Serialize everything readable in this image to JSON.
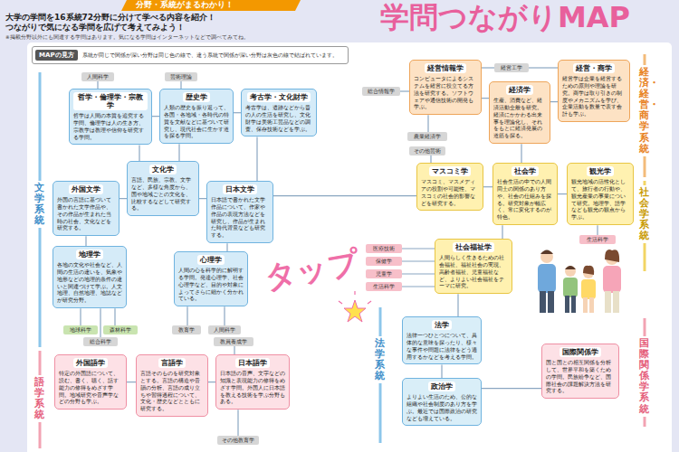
{
  "diagram": {
    "title": "学問つながりMAP",
    "nodes": [
      {
        "text": [
          "MAPの見方",
          "系統が同じで関係が深い分野は同じ色の線で、違う系統で関係が深い分野は灰色の線で結ばれています。"
        ]
      },
      {
        "text": [
          "人間科学"
        ]
      },
      {
        "text": [
          "芸術理論"
        ]
      },
      {
        "text": [
          "哲学・倫理学・宗教学",
          "哲学は人間の本質を追究する学問、倫理学は人の生き方、宗教学は教理や信仰を研究する学問。"
        ]
      },
      {
        "text": [
          "歴史学",
          "人類の歴史を振り返って、各国・各地域・各時代の特質を文献などに基づいて研究し、現代社会に生かす道を探る学問。"
        ]
      },
      {
        "text": [
          "考古学・文化財学",
          "考古学は、遺跡などから昔の人の生活を研究し、文化財学は美術工芸品などの調査、保存技術などを学ぶ。"
        ]
      },
      {
        "text": [
          "文化学",
          "言語、民族、宗教、文学など、多様な角度から、国や地域ごとの文化を、比較するなどして研究する。"
        ]
      },
      {
        "text": [
          "外国文学",
          "外国の言語に基づいて書かれた文学作品や、その作品が生まれた当時の社会、文化などを研究する。"
        ]
      },
      {
        "text": [
          "日本文学",
          "日本語で書かれた文学作品について、作家や作品の表現方法などを研究し、作品が生まれた時代背景なども研究する。"
        ]
      },
      {
        "text": [
          "地理学",
          "各地の文化や社会など、人間の生活の違いを、気象や地形などの地理的条件の違いと関連づけて学ぶ。人文地理、自然地理、地誌などが研究分野。"
        ]
      },
      {
        "text": [
          "心理学",
          "人間の心を科学的に解明する学問。発達心理学、社会心理学など、目的や対象によってさらに細かく分かれている。"
        ]
      },
      {
        "text": [
          "地球科学"
        ]
      },
      {
        "text": [
          "森林科学"
        ]
      },
      {
        "text": [
          "総合科学"
        ]
      },
      {
        "text": [
          "教育学"
        ]
      },
      {
        "text": [
          "人間科学"
        ]
      },
      {
        "text": [
          "教員養成学"
        ]
      },
      {
        "text": [
          "外国語学",
          "特定の外国語について、読む、書く、聴く、話す能力の修得をめざす学問。地域研究や音声学などの分野も学ぶ。"
        ]
      },
      {
        "text": [
          "言語学",
          "言語そのものを研究対象とする。言語の構造や音韻の分析、言語の成り立ちや習得過程について、文化・歴史などとともに研究する。"
        ]
      },
      {
        "text": [
          "日本語学",
          "日本語の音声、文字などの知識と表現能力の修得をめざす学問。外国人に日本語を教える技術を学ぶ分野もある。"
        ]
      },
      {
        "text": [
          "その他教育学"
        ]
      },
      {
        "text": [
          "経営工学"
        ]
      },
      {
        "text": [
          "総合情報学"
        ]
      },
      {
        "text": [
          "経営情報学",
          "コンピュータによるシステムを経営に役立てる方法を研究する。ソフトウェアや通信技術の開発も学ぶ。"
        ]
      },
      {
        "text": [
          "経済学",
          "生産、消費など、経済活動全般を研究。経済にかかわる出来事を理論化し、それをもとに経済発展の道筋を探る。"
        ]
      },
      {
        "text": [
          "経営・商学",
          "経営学は企業を経営するための原則や理論を研究。商学は取り引きの制度やメカニズムを学び、企業活動を数量で表す会計も学ぶ。"
        ]
      },
      {
        "text": [
          "農業経済学"
        ]
      },
      {
        "text": [
          "その他芸術"
        ]
      },
      {
        "text": [
          "マスコミ学",
          "マスコミ、マスメディアの役割や可能性、マスコミの社会的影響などを研究する。"
        ]
      },
      {
        "text": [
          "社会学",
          "社会生活の中での人間同士の関係のあり方や、社会の仕組みを探る。研究対象が幅広く、常に変化するのが特色。"
        ]
      },
      {
        "text": [
          "観光学",
          "観光地域の活性化として、旅行者の行動や、観光産業の事業について研究。地理学、語学なども観光の観点から学ぶ。"
        ]
      },
      {
        "text": [
          "医療技術"
        ]
      },
      {
        "text": [
          "保健学"
        ]
      },
      {
        "text": [
          "児童学"
        ]
      },
      {
        "text": [
          "生活科学"
        ]
      },
      {
        "text": [
          "社会福祉学",
          "人間らしく生きるための社会福祉、福祉社会の実現、高齢者福祉、児童福祉など、よりよい社会福祉をテーマに研究。"
        ]
      },
      {
        "text": [
          "生活科学"
        ]
      },
      {
        "text": [
          "法学",
          "法律一つひとつについて、具体的な意味を探ったり、様々な事件や問題に法律をどう適用するかなどを考える学問。"
        ]
      },
      {
        "text": [
          "政治学",
          "よりよい生活のため、公的な組織や社会制度のあり方を学ぶ。最近では国際政治の研究なども増えている。"
        ]
      },
      {
        "text": [
          "国際関係学",
          "国と国との相互関係を分析して、世界平和を築くための学問。民族紛争など、国際社会の課題解決方法を研究する。"
        ]
      }
    ],
    "edges": [
      {
        "from": 3,
        "to": 1,
        "arrow": "none"
      },
      {
        "from": 4,
        "to": 2,
        "arrow": "none"
      },
      {
        "from": 3,
        "to": 4,
        "arrow": "none"
      },
      {
        "from": 4,
        "to": 5,
        "arrow": "none"
      },
      {
        "from": 6,
        "to": 4,
        "arrow": "none"
      },
      {
        "from": 6,
        "to": 3,
        "arrow": "none"
      },
      {
        "from": 6,
        "to": 7,
        "arrow": "none"
      },
      {
        "from": 6,
        "to": 8,
        "arrow": "none"
      },
      {
        "from": 7,
        "to": 9,
        "arrow": "none"
      },
      {
        "from": 8,
        "to": 10,
        "arrow": "none"
      },
      {
        "from": 9,
        "to": 11,
        "arrow": "none"
      },
      {
        "from": 9,
        "to": 12,
        "arrow": "none"
      },
      {
        "from": 9,
        "to": 13,
        "arrow": "none"
      },
      {
        "from": 10,
        "to": 14,
        "arrow": "none"
      },
      {
        "from": 10,
        "to": 15,
        "arrow": "none"
      },
      {
        "from": 16,
        "to": 19,
        "arrow": "none"
      },
      {
        "from": 17,
        "to": 18,
        "arrow": "none"
      },
      {
        "from": 18,
        "to": 19,
        "arrow": "none"
      },
      {
        "from": 20,
        "to": 19,
        "arrow": "none"
      },
      {
        "from": 8,
        "to": 5,
        "arrow": "none"
      },
      {
        "from": 23,
        "to": 21,
        "arrow": "none"
      },
      {
        "from": 25,
        "to": 21,
        "arrow": "none"
      },
      {
        "from": 23,
        "to": 22,
        "arrow": "none"
      },
      {
        "from": 23,
        "to": 24,
        "arrow": "none"
      },
      {
        "from": 24,
        "to": 25,
        "arrow": "none"
      },
      {
        "from": 23,
        "to": 26,
        "arrow": "none"
      },
      {
        "from": 27,
        "to": 28,
        "arrow": "none"
      },
      {
        "from": 28,
        "to": 29,
        "arrow": "none"
      },
      {
        "from": 29,
        "to": 30,
        "arrow": "none"
      },
      {
        "from": 24,
        "to": 29,
        "arrow": "none"
      },
      {
        "from": 29,
        "to": 35,
        "arrow": "none"
      },
      {
        "from": 31,
        "to": 35,
        "arrow": "none"
      },
      {
        "from": 32,
        "to": 35,
        "arrow": "none"
      },
      {
        "from": 33,
        "to": 35,
        "arrow": "none"
      },
      {
        "from": 34,
        "to": 35,
        "arrow": "none"
      },
      {
        "from": 30,
        "to": 36,
        "arrow": "none"
      },
      {
        "from": 37,
        "to": 38,
        "arrow": "none"
      },
      {
        "from": 38,
        "to": 39,
        "arrow": "none"
      },
      {
        "from": 35,
        "to": 37,
        "arrow": "none"
      },
      {
        "from": 8,
        "to": 28,
        "arrow": "none"
      }
    ],
    "labels": [
      "分野・系統がまるわかり！",
      "大学の学問を16系統72分野に分けて学べる内容を紹介！",
      "つながりで気になる学問を広げて考えてみよう！",
      "※掲載分野以外にも関連する学問はあります。気になる学問はインターネットなどで調べてみてね。",
      "文学系統",
      "語学系統",
      "経済・経営・商学系統",
      "社会学系統",
      "法学系統",
      "国際関係学系統",
      "タップ"
    ]
  }
}
